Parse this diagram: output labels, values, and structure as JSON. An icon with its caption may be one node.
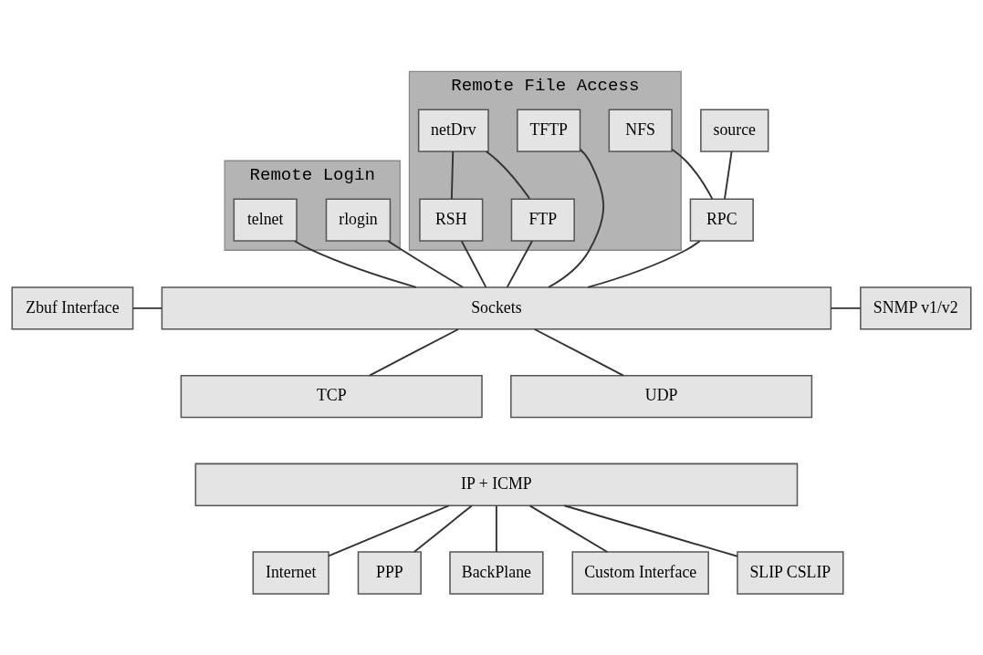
{
  "diagram": {
    "nodes": [
      {
        "text": [
          "Remote Login"
        ]
      },
      {
        "text": [
          "rlogin"
        ],
        "in": 0
      },
      {
        "text": [
          "telnet"
        ],
        "in": 0
      },
      {
        "text": [
          "Remote File Access"
        ]
      },
      {
        "text": [
          "netDrv"
        ],
        "in": 3
      },
      {
        "text": [
          "NFS"
        ],
        "in": 3
      },
      {
        "text": [
          "RSH"
        ],
        "in": 3
      },
      {
        "text": [
          "FTP"
        ],
        "in": 3
      },
      {
        "text": [
          "TFTP"
        ],
        "in": 3
      },
      {
        "text": [
          "source"
        ]
      },
      {
        "text": [
          "RPC"
        ]
      },
      {
        "text": [
          "Zbuf Interface"
        ]
      },
      {
        "text": [
          "Sockets"
        ]
      },
      {
        "text": [
          "SNMP v1/v2"
        ]
      },
      {
        "text": [
          "TCP"
        ]
      },
      {
        "text": [
          "UDP"
        ]
      },
      {
        "text": [
          "IP + ICMP"
        ]
      },
      {
        "text": [
          "Internet"
        ]
      },
      {
        "text": [
          "PPP"
        ]
      },
      {
        "text": [
          "BackPlane"
        ]
      },
      {
        "text": [
          "Custom Interface"
        ]
      },
      {
        "text": [
          "SLIP CSLIP"
        ]
      }
    ],
    "edges": [
      {
        "from": 4,
        "to": 6,
        "arrow": "none"
      },
      {
        "from": 4,
        "to": 7,
        "arrow": "none"
      },
      {
        "from": 9,
        "to": 10,
        "arrow": "none"
      },
      {
        "from": 5,
        "to": 10,
        "arrow": "none"
      },
      {
        "from": 1,
        "to": 12,
        "arrow": "none"
      },
      {
        "from": 2,
        "to": 12,
        "arrow": "none"
      },
      {
        "from": 10,
        "to": 12,
        "arrow": "none"
      },
      {
        "from": 6,
        "to": 12,
        "arrow": "none"
      },
      {
        "from": 7,
        "to": 12,
        "arrow": "none"
      },
      {
        "from": 8,
        "to": 12,
        "arrow": "none"
      },
      {
        "from": 11,
        "to": 12,
        "arrow": "none"
      },
      {
        "from": 12,
        "to": 13,
        "arrow": "none"
      },
      {
        "from": 12,
        "to": 14,
        "arrow": "none"
      },
      {
        "from": 12,
        "to": 15,
        "arrow": "none"
      },
      {
        "from": 16,
        "to": 17,
        "arrow": "none"
      },
      {
        "from": 16,
        "to": 18,
        "arrow": "none"
      },
      {
        "from": 16,
        "to": 19,
        "arrow": "none"
      },
      {
        "from": 16,
        "to": 21,
        "arrow": "none"
      },
      {
        "from": 16,
        "to": 20,
        "arrow": "none"
      }
    ]
  }
}
